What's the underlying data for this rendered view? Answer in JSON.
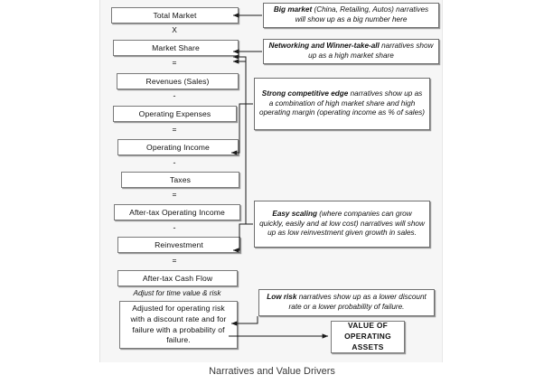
{
  "caption": "Narratives and Value Drivers",
  "colors": {
    "canvas_bg": "#f6f6f6",
    "box_border": "#7a7a7a",
    "box_fill": "#ffffff",
    "text": "#111111",
    "caption_text": "#3a3a3a",
    "wire": "#1a1a1a"
  },
  "flow": {
    "nodes": [
      {
        "id": "total-market",
        "label": "Total Market"
      },
      {
        "id": "market-share",
        "label": "Market Share"
      },
      {
        "id": "revenues-sales",
        "label": "Revenues (Sales)"
      },
      {
        "id": "operating-expenses",
        "label": "Operating Expenses"
      },
      {
        "id": "operating-income",
        "label": "Operating Income"
      },
      {
        "id": "taxes",
        "label": "Taxes"
      },
      {
        "id": "after-tax-operating-income",
        "label": "After-tax Operating Income"
      },
      {
        "id": "reinvestment",
        "label": "Reinvestment"
      },
      {
        "id": "after-tax-cash-flow",
        "label": "After-tax Cash Flow"
      },
      {
        "id": "adjusted-for-risk",
        "label": "Adjusted for operating risk with a discount rate and for failure with a probability of failure."
      },
      {
        "id": "value-of-operating-assets",
        "label": "VALUE OF OPERATING ASSETS"
      }
    ],
    "operators": [
      {
        "id": "op-times-1",
        "symbol": "X"
      },
      {
        "id": "op-equals-1",
        "symbol": "="
      },
      {
        "id": "op-minus-1",
        "symbol": "-"
      },
      {
        "id": "op-equals-2",
        "symbol": "="
      },
      {
        "id": "op-minus-2",
        "symbol": "-"
      },
      {
        "id": "op-equals-3",
        "symbol": "="
      },
      {
        "id": "op-minus-3",
        "symbol": "-"
      },
      {
        "id": "op-equals-4",
        "symbol": "="
      }
    ],
    "annotation": "Adjust for time value & risk"
  },
  "callouts": [
    {
      "id": "big-market",
      "emphasis": "Big market",
      "rest": " (China, Retailing, Autos) narratives will show up as a big number here",
      "target": "total-market"
    },
    {
      "id": "networking-winner-take-all",
      "emphasis": "Networking and Winner-take-all",
      "rest": " narratives show up as a high market share",
      "target": "market-share"
    },
    {
      "id": "strong-competitive-edge",
      "emphasis": "Strong competitive edge",
      "rest": " narratives show up as a combination of high market share and high operating margin (operating income as % of sales)",
      "target": "operating-income"
    },
    {
      "id": "easy-scaling",
      "emphasis": "Easy scaling",
      "rest": " (where companies can grow quickly, easily and at low cost) narratives will show up as low reinvestment given growth in sales.",
      "target": "reinvestment"
    },
    {
      "id": "low-risk",
      "emphasis": "Low risk",
      "rest": " narratives show up as a lower discount rate or a lower probability of failure.",
      "target": "adjusted-for-risk"
    }
  ]
}
